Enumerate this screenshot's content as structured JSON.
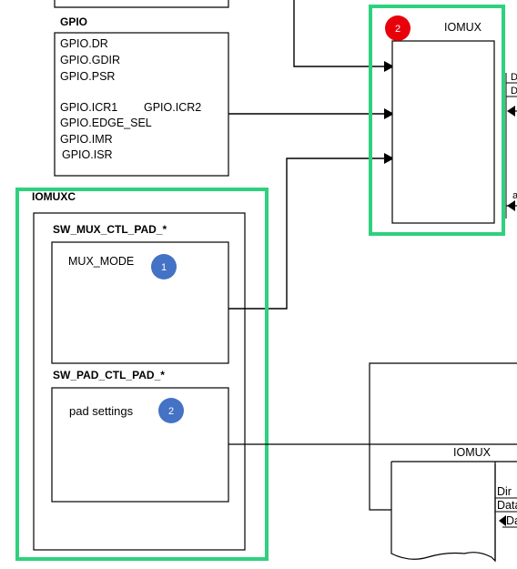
{
  "gpio": {
    "title": "GPIO",
    "registers": [
      "GPIO.DR",
      "GPIO.GDIR",
      "GPIO.PSR"
    ],
    "icr1": "GPIO.ICR1",
    "icr2": "GPIO.ICR2",
    "edge_sel": "GPIO.EDGE_SEL",
    "imr": "GPIO.IMR",
    "isr": "GPIO.ISR"
  },
  "iomux_top": {
    "title": "IOMUX",
    "badge": "2",
    "side_labels": [
      "D",
      "D",
      "a"
    ]
  },
  "iomuxc": {
    "title": "IOMUXC",
    "mux_ctl": {
      "title": "SW_MUX_CTL_PAD_*",
      "field": "MUX_MODE",
      "badge": "1"
    },
    "pad_ctl": {
      "title": "SW_PAD_CTL_PAD_*",
      "field": "pad settings",
      "badge": "2"
    }
  },
  "iomux_bottom": {
    "title": "IOMUX",
    "dir": "Dir",
    "data_out": "Data",
    "data_in": "Da"
  },
  "colors": {
    "highlight_green": "#2ed17e",
    "badge_red": "#e8000b",
    "badge_blue": "#4472c4"
  }
}
